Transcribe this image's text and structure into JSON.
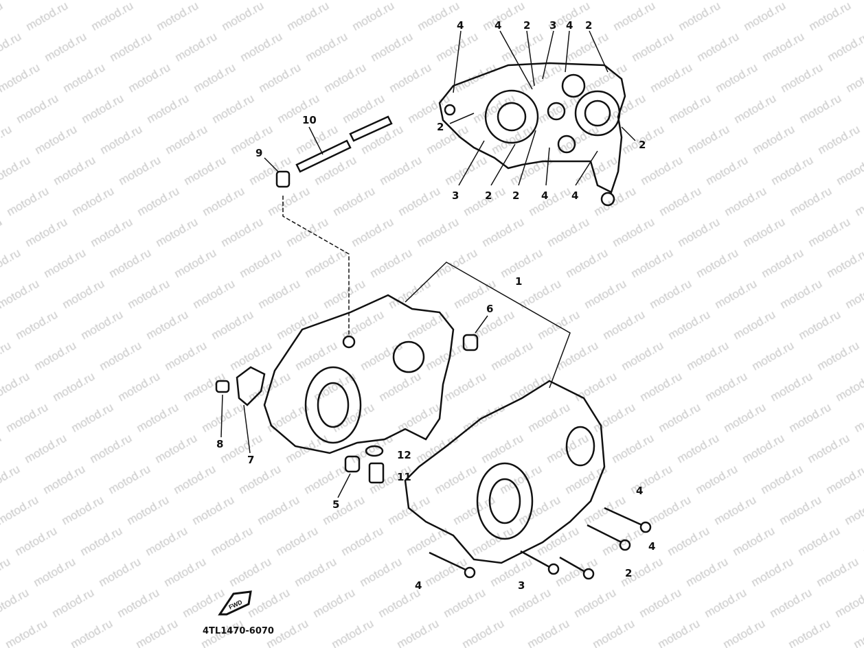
{
  "watermark": "motod.ru",
  "diagram_code": "4TL1470-6070",
  "fwd_arrow_text": "FWD",
  "colors": {
    "ink": "#111111",
    "watermark": "#c8c8c8",
    "background": "#ffffff"
  },
  "top_view_callouts": [
    "4",
    "4",
    "2",
    "3",
    "4",
    "2",
    "2",
    "2",
    "3",
    "2",
    "2",
    "4",
    "4"
  ],
  "main_callouts": {
    "crankcase": "1",
    "bolt_a": "2",
    "bolt_b": "3",
    "bolt_c": "4",
    "dowel_a": "5",
    "dowel_b": "6",
    "plate": "7",
    "plug": "8",
    "nipple": "9",
    "hose": "10",
    "drain_bolt": "11",
    "gasket": "12"
  }
}
